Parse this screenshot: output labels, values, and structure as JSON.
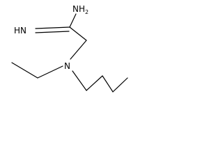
{
  "molecule": {
    "atoms": {
      "amine": {
        "symbol": "NH",
        "subscript": "2"
      },
      "imine": {
        "symbol": "HN",
        "subscript": ""
      },
      "amino_nitrogen": {
        "symbol": "N",
        "subscript": ""
      }
    },
    "bond_color": "#000000",
    "background": "#ffffff"
  }
}
